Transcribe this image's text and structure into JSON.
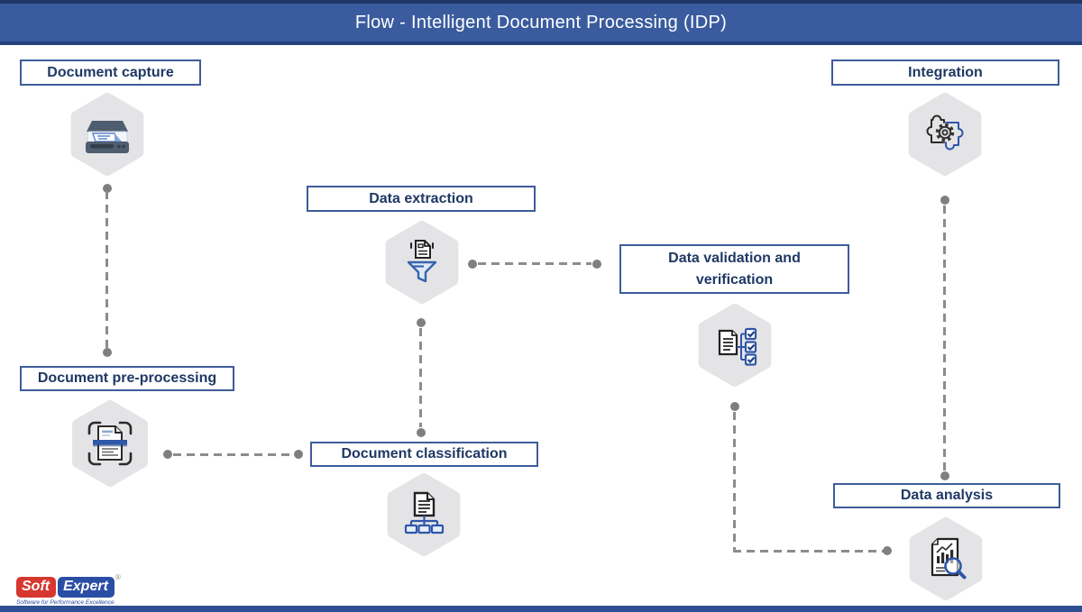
{
  "header": {
    "title": "Flow - Intelligent Document Processing (IDP)"
  },
  "nodes": {
    "capture": {
      "label": "Document capture",
      "icon": "scanner-icon"
    },
    "preprocessing": {
      "label": "Document pre-processing",
      "icon": "document-scan-icon"
    },
    "extraction": {
      "label": "Data extraction",
      "icon": "funnel-document-icon"
    },
    "classification": {
      "label": "Document classification",
      "icon": "document-tree-icon"
    },
    "validation": {
      "label": "Data validation and verification",
      "icon": "document-checklist-icon"
    },
    "integration": {
      "label": "Integration",
      "icon": "puzzle-gear-icon"
    },
    "analysis": {
      "label": "Data analysis",
      "icon": "document-magnifier-icon"
    }
  },
  "logo": {
    "word1": "Soft",
    "word2": "Expert",
    "registered_mark": "®",
    "tagline": "Software for Performance Excellence"
  },
  "colors": {
    "header_bg": "#3A5C9E",
    "header_edge": "#1E3765",
    "box_border": "#3D5C9B",
    "box_text": "#1F3864",
    "hexagon_fill": "#E4E4E6",
    "connector_dash": "#8C8C8C",
    "connector_dot": "#7F7F7F",
    "icon_blue": "#2E57A9",
    "icon_dark": "#2B2B2B",
    "logo_red": "#D6382F",
    "logo_blue": "#2B4EA5",
    "footer_bar": "#2E4E93"
  }
}
